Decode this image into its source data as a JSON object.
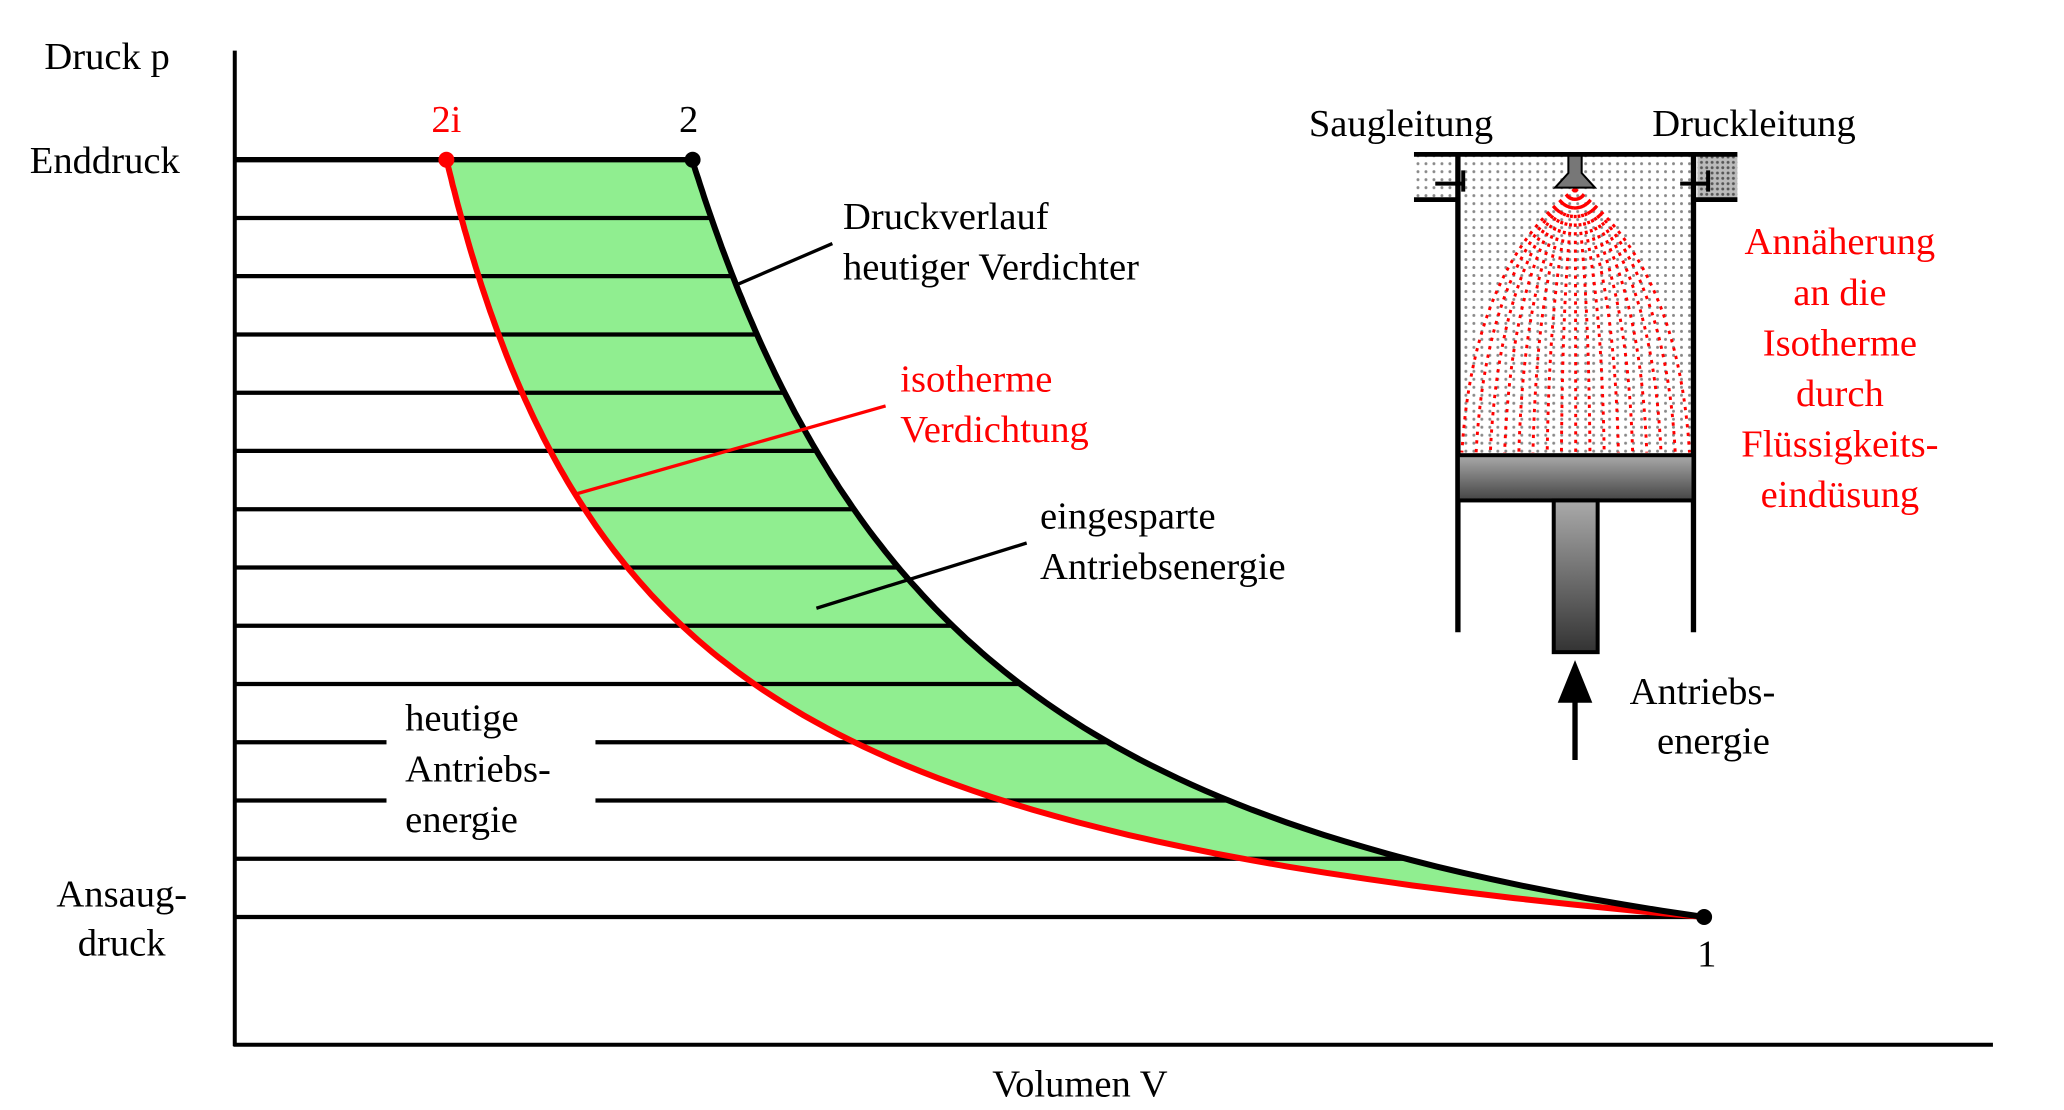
{
  "axes": {
    "y_label": "Druck p",
    "x_label": "Volumen V",
    "top_pressure_label": "Enddruck",
    "bottom_pressure_label": [
      "Ansaug-",
      "druck"
    ]
  },
  "points": {
    "isothermal_end": "2i",
    "polytropic_end": "2",
    "start": "1"
  },
  "annotations": {
    "polytropic_curve": [
      "Druckverlauf",
      "heutiger Verdichter"
    ],
    "isothermal_curve": [
      "isotherme",
      "Verdichtung"
    ],
    "saved_energy": [
      "eingesparte",
      "Antriebsenergie"
    ],
    "current_energy": [
      "heutige",
      "Antriebs-",
      "energie"
    ]
  },
  "cylinder": {
    "suction_line": "Saugleitung",
    "pressure_line": "Druckleitung",
    "injection_note": [
      "Annäherung",
      "an die",
      "Isotherme",
      "durch",
      "Flüssigkeits-",
      "eindüsung"
    ],
    "drive_energy": [
      "Antriebs-",
      "energie"
    ]
  },
  "colors": {
    "saved_area": "#90ee90",
    "isotherm": "#ff0000",
    "polytrope": "#000000"
  }
}
